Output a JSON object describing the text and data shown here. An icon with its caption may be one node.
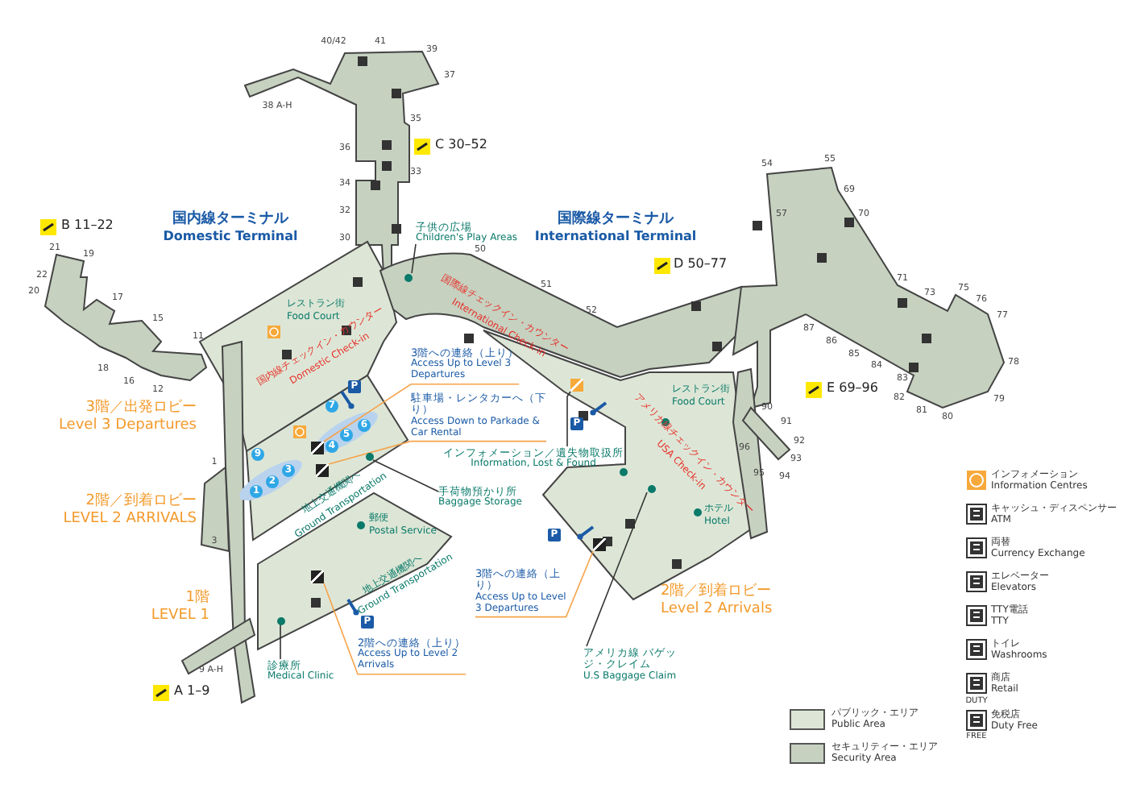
{
  "diagram": {
    "nodes": [
      {
        "text": [
          "子供の広場",
          "Children's Play Areas"
        ]
      },
      {
        "text": [
          "3階への連絡（上り）",
          "Access Up to Level 3 Departures"
        ]
      },
      {
        "text": [
          "駐車場・レンタカーへ（下り）",
          "Access Down to Parkade & Car Rental"
        ]
      },
      {
        "text": [
          "インフォメーション／遺失物取扱所",
          "Information, Lost & Found"
        ]
      },
      {
        "text": [
          "手荷物預かり所",
          "Baggage Storage"
        ]
      },
      {
        "text": [
          "3階への連絡（上り）",
          "Access Up to Level 3 Departures"
        ]
      },
      {
        "text": [
          "2階への連絡（上り）",
          "Access Up to Level 2 Arrivals"
        ]
      },
      {
        "text": [
          "診療所",
          "Medical Clinic"
        ]
      },
      {
        "text": [
          "アメリカ線 バゲッジ・クレイム",
          "U.S Baggage Claim"
        ]
      },
      {
        "text": [],
        "shape": "circle"
      },
      {
        "text": [],
        "shape": "box"
      },
      {
        "text": [],
        "shape": "box"
      },
      {
        "text": [],
        "shape": "box"
      },
      {
        "text": [],
        "shape": "circle"
      },
      {
        "text": [],
        "shape": "box"
      },
      {
        "text": [],
        "shape": "box"
      },
      {
        "text": [],
        "shape": "circle"
      },
      {
        "text": [],
        "shape": "circle"
      }
    ],
    "edges": [
      {
        "from": 0,
        "to": 9,
        "arrow": "none"
      },
      {
        "from": 1,
        "to": 10,
        "arrow": "none",
        "color": "#f5a34a"
      },
      {
        "from": 2,
        "to": 11,
        "arrow": "none",
        "color": "#f5a34a"
      },
      {
        "from": 3,
        "to": 12,
        "arrow": "none"
      },
      {
        "from": 4,
        "to": 13,
        "arrow": "none"
      },
      {
        "from": 5,
        "to": 14,
        "arrow": "none",
        "color": "#f5a34a"
      },
      {
        "from": 6,
        "to": 15,
        "arrow": "none",
        "color": "#f5a34a"
      },
      {
        "from": 7,
        "to": 16,
        "arrow": "none"
      },
      {
        "from": 8,
        "to": 17,
        "arrow": "none"
      }
    ],
    "labels": [
      "40/42",
      "41",
      "39",
      "38 A-H",
      "37",
      "C 30–52",
      "35",
      "36",
      "33",
      "34",
      "32",
      "30",
      "国内線ターミナル",
      "Domestic Terminal",
      "B 11–22",
      "21",
      "19",
      "22",
      "20",
      "17",
      "15",
      "11",
      "18",
      "16",
      "12",
      "50",
      "51",
      "52",
      "国際線ターミナル",
      "International Terminal",
      "D 50–77",
      "54",
      "55",
      "57",
      "69",
      "70",
      "71",
      "73",
      "75",
      "76",
      "77",
      "78",
      "79",
      "80",
      "81",
      "82",
      "83",
      "84",
      "85",
      "86",
      "87",
      "E 69–96",
      "90",
      "91",
      "92",
      "93",
      "94",
      "95",
      "96",
      "国内線チェックイン・カウンター",
      "Domestic Check-in",
      "国際線チェックイン・カウンター",
      "International Check-in",
      "アメリカ線チェックイン・カウンター",
      "USA Check-in",
      "3階／出発ロビー",
      "Level 3 Departures",
      "2階／到着ロビー",
      "LEVEL 2 ARRIVALS",
      "1階",
      "LEVEL 1",
      "2階／到着ロビー",
      "Level 2 Arrivals",
      "レストラン街",
      "Food Court",
      "レストラン街",
      "Food Court",
      "地上交通機関へ",
      "Ground Transportation",
      "郵便",
      "Postal Service",
      "地上交通機関へ",
      "Ground Transportation",
      "ホテル",
      "Hotel",
      "1",
      "2",
      "3",
      "4",
      "5",
      "6",
      "7",
      "9",
      "A 1–9",
      "9 A-H",
      "1",
      "3",
      "P",
      "P",
      "P",
      "P",
      "DUTY",
      "FREE"
    ],
    "legend": [
      {
        "text": "パブリック・エリア Public Area",
        "color": "#dde6d6"
      },
      {
        "text": "セキュリティー・エリア Security Area",
        "color": "#c6d1c0"
      },
      {
        "text": "インフォメーション Information Centres"
      },
      {
        "text": "キャッシュ・ディスペンサー ATM"
      },
      {
        "text": "両替 Currency Exchange"
      },
      {
        "text": "エレベーター Elevators"
      },
      {
        "text": "TTY電話 TTY"
      },
      {
        "text": "トイレ Washrooms"
      },
      {
        "text": "商店 Retail"
      },
      {
        "text": "免税店 Duty Free"
      }
    ]
  }
}
